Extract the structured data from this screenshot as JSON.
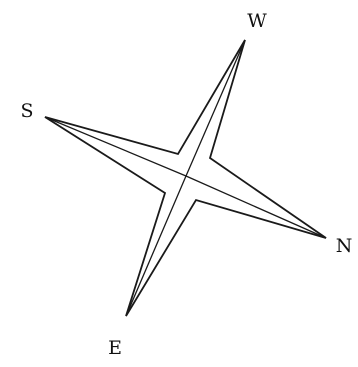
{
  "compass": {
    "labels": {
      "north": "N",
      "south": "S",
      "east": "E",
      "west": "W"
    }
  },
  "colors": {
    "stroke": "#1a1a1a",
    "fill": "#ffffff",
    "background": "#ffffff"
  }
}
